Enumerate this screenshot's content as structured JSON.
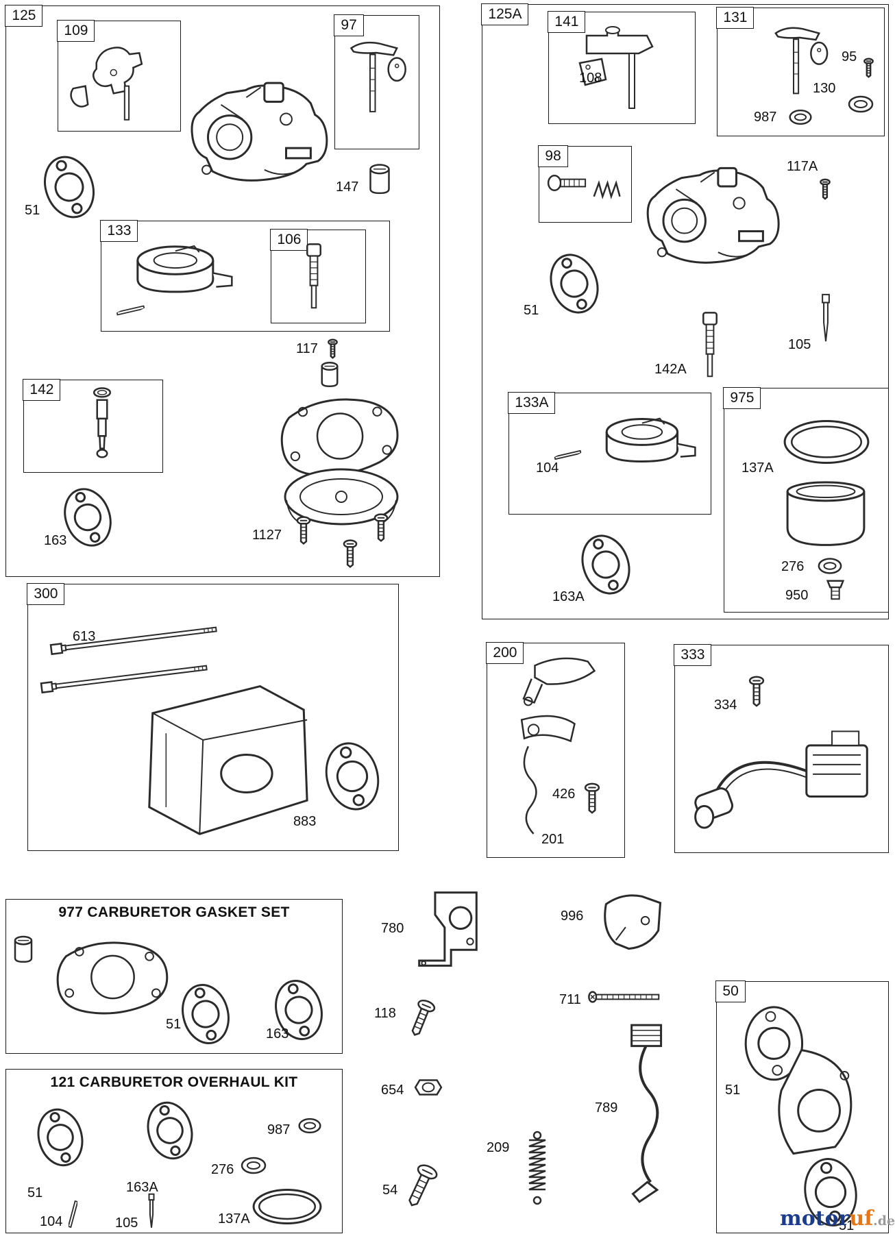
{
  "boxes": {
    "b125": "125",
    "b109": "109",
    "b97": "97",
    "b133": "133",
    "b106": "106",
    "b142": "142",
    "b300": "300",
    "b125A": "125A",
    "b141": "141",
    "b131": "131",
    "b98": "98",
    "b133A": "133A",
    "b975": "975",
    "b200": "200",
    "b333": "333",
    "b50": "50"
  },
  "titles": {
    "gasket_set": "977 CARBURETOR GASKET SET",
    "overhaul_kit": "121 CARBURETOR OVERHAUL KIT"
  },
  "callouts": {
    "c51_125": "51",
    "c147": "147",
    "c117": "117",
    "c163": "163",
    "c1127": "1127",
    "c613": "613",
    "c883": "883",
    "c108": "108",
    "c95": "95",
    "c130": "130",
    "c987_131": "987",
    "c117A": "117A",
    "c51_125A": "51",
    "c142A": "142A",
    "c105_125A": "105",
    "c104_133A": "104",
    "c137A_975": "137A",
    "c276_975": "276",
    "c950": "950",
    "c163A_125A": "163A",
    "c426": "426",
    "c201": "201",
    "c334": "334",
    "c51_977": "51",
    "c163_977": "163",
    "c51_121": "51",
    "c163A_121": "163A",
    "c104_121": "104",
    "c105_121": "105",
    "c987_121": "987",
    "c276_121": "276",
    "c137A_121": "137A",
    "c780": "780",
    "c996": "996",
    "c711": "711",
    "c118": "118",
    "c654": "654",
    "c789": "789",
    "c209": "209",
    "c54": "54",
    "c51_50": "51",
    "c51_50b": "51"
  },
  "watermark": {
    "motor": "motor",
    "uf": "uf",
    "de": ".de"
  }
}
